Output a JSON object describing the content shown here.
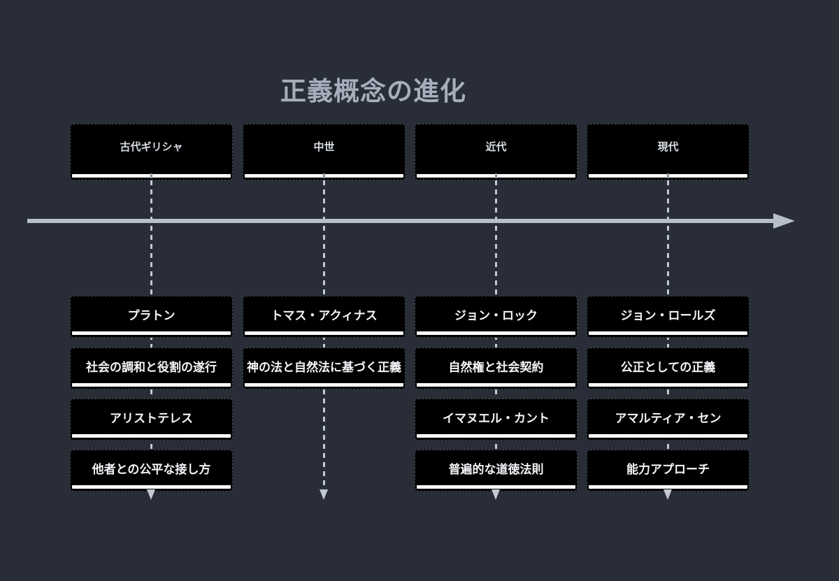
{
  "title": "正義概念の進化",
  "timeline": {
    "axis_direction": "left-to-right",
    "eras": [
      {
        "label": "古代ギリシャ",
        "entries": [
          {
            "name": "プラトン",
            "concept": "社会の調和と役割の遂行"
          },
          {
            "name": "アリストテレス",
            "concept": "他者との公平な接し方"
          }
        ]
      },
      {
        "label": "中世",
        "entries": [
          {
            "name": "トマス・アクィナス",
            "concept": "神の法と自然法に基づく正義"
          }
        ]
      },
      {
        "label": "近代",
        "entries": [
          {
            "name": "ジョン・ロック",
            "concept": "自然権と社会契約"
          },
          {
            "name": "イマヌエル・カント",
            "concept": "普遍的な道徳法則"
          }
        ]
      },
      {
        "label": "現代",
        "entries": [
          {
            "name": "ジョン・ロールズ",
            "concept": "公正としての正義"
          },
          {
            "name": "アマルティア・セン",
            "concept": "能力アプローチ"
          }
        ]
      }
    ]
  },
  "colors": {
    "background": "#282d38",
    "box_fill": "#000000",
    "box_text": "#f3f5f8",
    "era_text": "#d9dee5",
    "title_text": "#a6aebb",
    "underline": "#ffffff",
    "axis": "#b8bfc9",
    "connector": "#c3c9d3"
  }
}
